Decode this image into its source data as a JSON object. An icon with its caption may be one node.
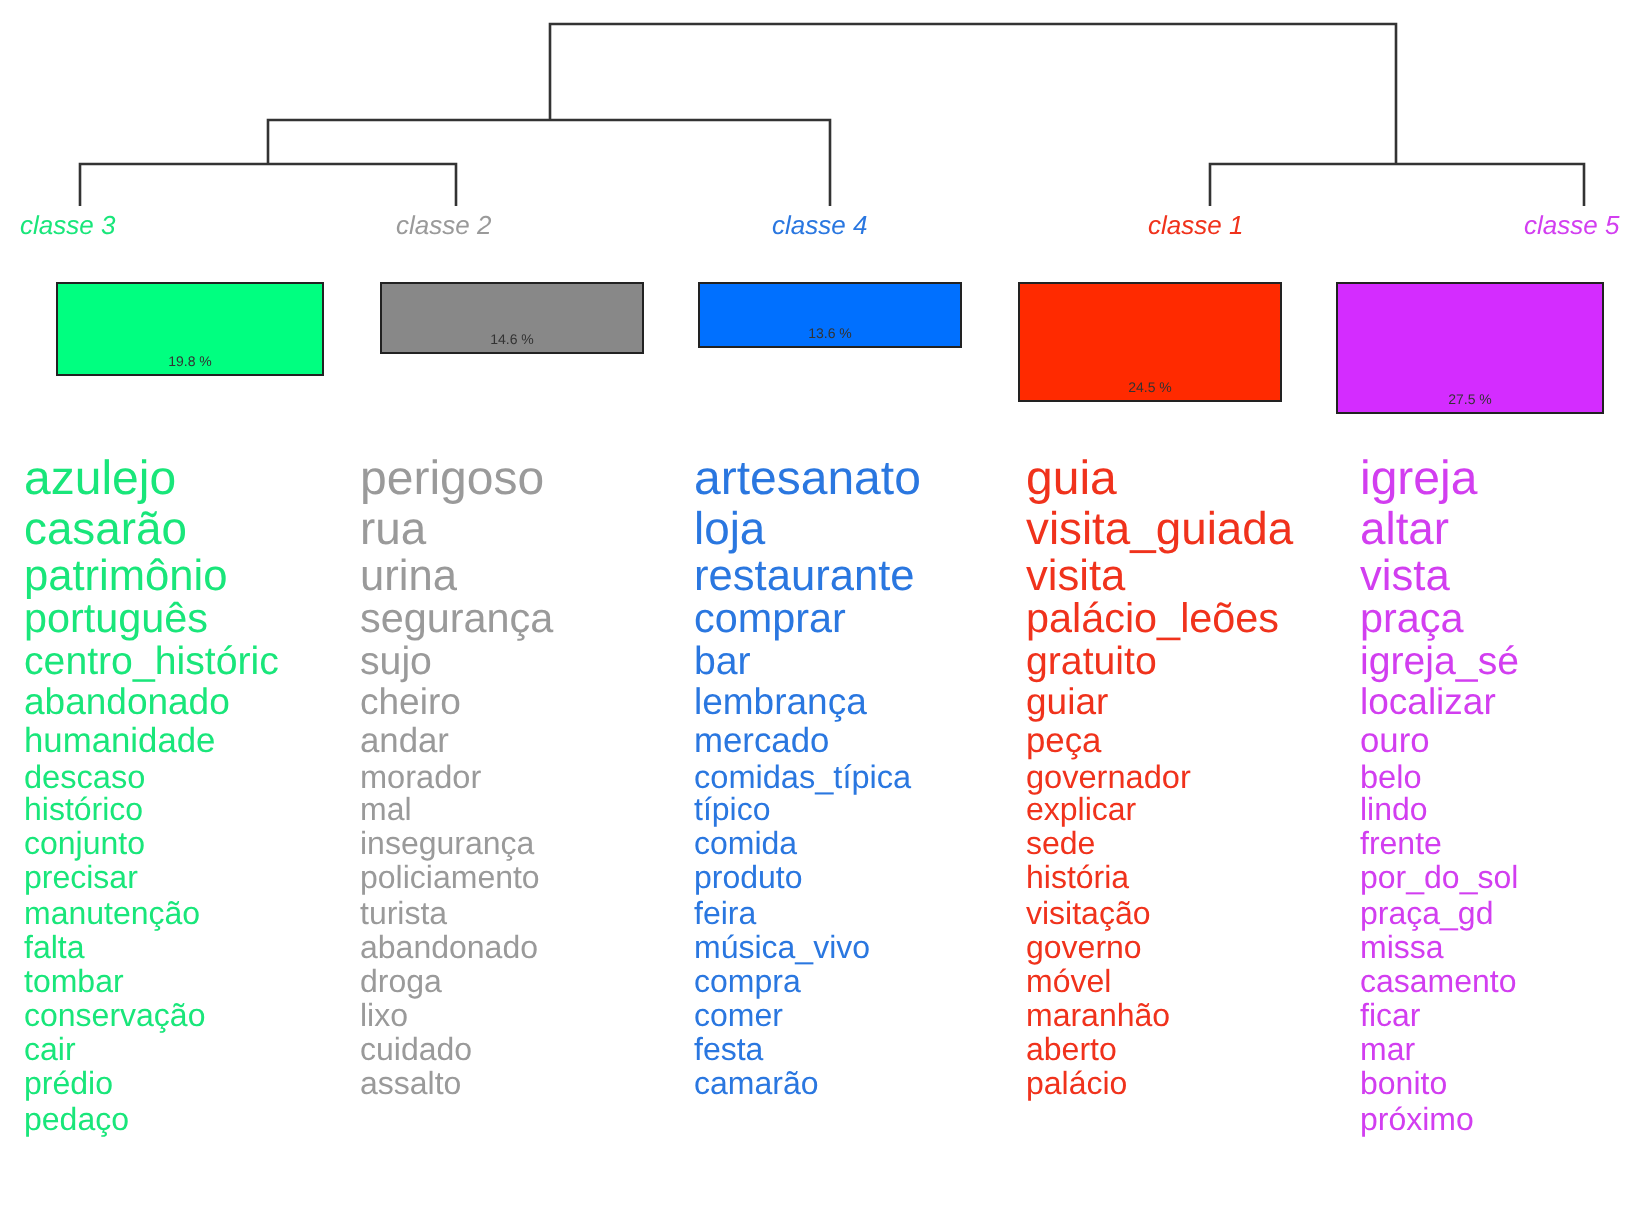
{
  "diagram": {
    "nodes": [
      {
        "text": [
          "classe 3",
          "19.8 %"
        ],
        "beside": [
          "azulejo",
          "casarão",
          "patrimônio",
          "português",
          "centro_históric",
          "abandonado",
          "humanidade",
          "descaso",
          "histórico",
          "conjunto",
          "precisar",
          "manutenção",
          "falta",
          "tombar",
          "conservação",
          "cair",
          "prédio",
          "pedaço"
        ]
      },
      {
        "text": [
          "classe 2",
          "14.6 %"
        ],
        "beside": [
          "perigoso",
          "rua",
          "urina",
          "segurança",
          "sujo",
          "cheiro",
          "andar",
          "morador",
          "mal",
          "insegurança",
          "policiamento",
          "turista",
          "abandonado",
          "droga",
          "lixo",
          "cuidado",
          "assalto"
        ]
      },
      {
        "text": [
          "classe 4",
          "13.6 %"
        ],
        "beside": [
          "artesanato",
          "loja",
          "restaurante",
          "comprar",
          "bar",
          "lembrança",
          "mercado",
          "comidas_típica",
          "típico",
          "comida",
          "produto",
          "feira",
          "música_vivo",
          "compra",
          "comer",
          "festa",
          "camarão"
        ]
      },
      {
        "text": [
          "classe 1",
          "24.5 %"
        ],
        "beside": [
          "guia",
          "visita_guiada",
          "visita",
          "palácio_leões",
          "gratuito",
          "guiar",
          "peça",
          "governador",
          "explicar",
          "sede",
          "história",
          "visitação",
          "governo",
          "móvel",
          "maranhão",
          "aberto",
          "palácio"
        ]
      },
      {
        "text": [
          "classe 5",
          "27.5 %"
        ],
        "beside": [
          "igreja",
          "altar",
          "vista",
          "praça",
          "igreja_sé",
          "localizar",
          "ouro",
          "belo",
          "lindo",
          "frente",
          "por_do_sol",
          "praça_gd",
          "missa",
          "casamento",
          "ficar",
          "mar",
          "bonito",
          "próximo"
        ]
      }
    ]
  }
}
